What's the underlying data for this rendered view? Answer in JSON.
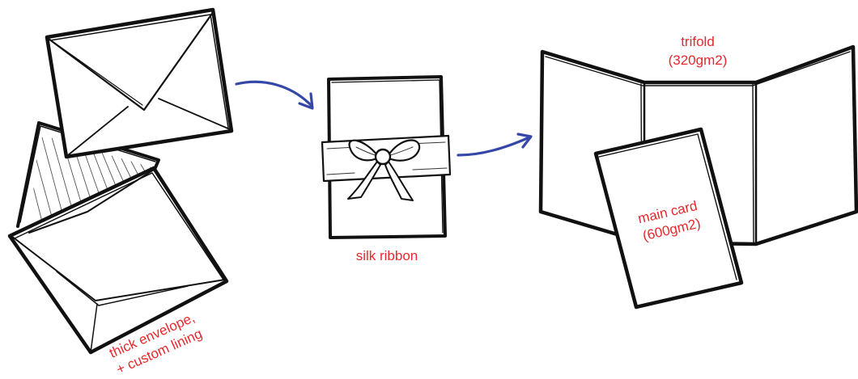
{
  "colors": {
    "ink": "#111111",
    "label": "#e8282e",
    "arrow": "#3548a8"
  },
  "labels": {
    "envelope_line1": "thick envelope,",
    "envelope_line2": "+ custom lining",
    "ribbon": "silk ribbon",
    "trifold_line1": "trifold",
    "trifold_line2": "(320gm2)",
    "main_card_line1": "main card",
    "main_card_line2": "(600gm2)"
  },
  "arrows": [
    {
      "from": "envelopes",
      "to": "ribbon-card"
    },
    {
      "from": "ribbon-card",
      "to": "trifold"
    }
  ]
}
